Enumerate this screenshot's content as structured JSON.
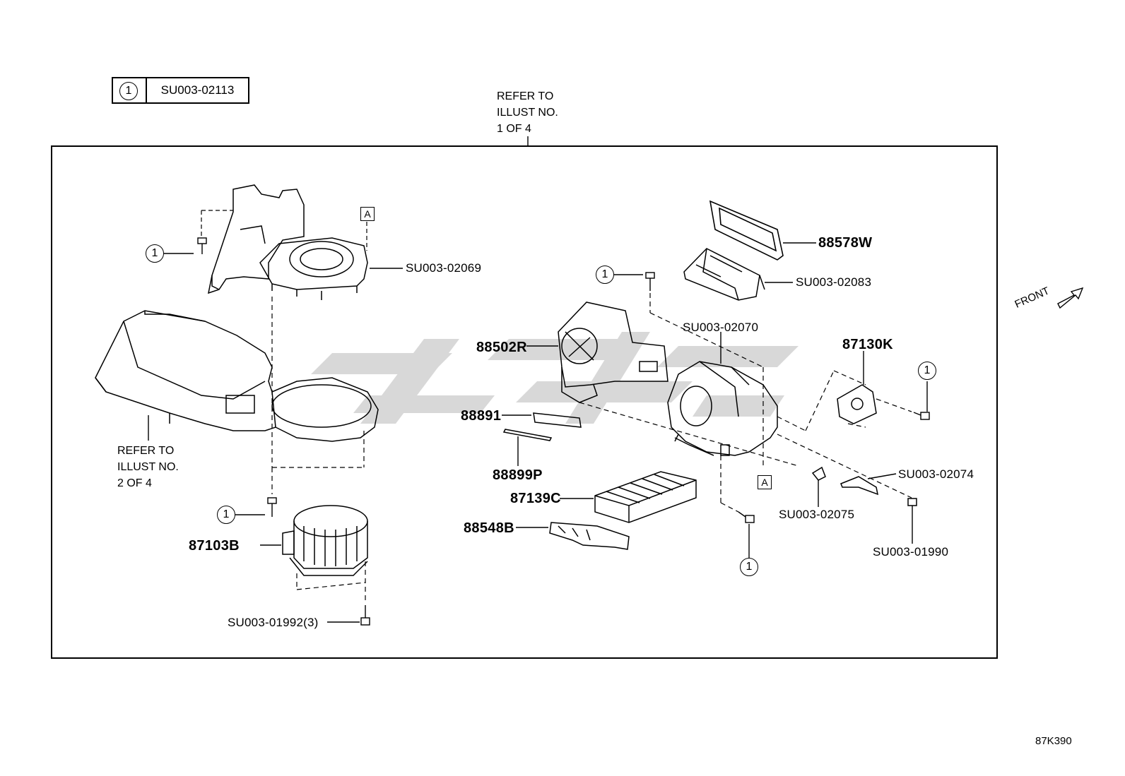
{
  "legend": {
    "number": "1",
    "code": "SU003-02113"
  },
  "notes": {
    "refer_top": "REFER TO\nILLUST NO.\n1 OF 4",
    "refer_left": "REFER TO\nILLUST NO.\n2 OF 4"
  },
  "callout_number": "1",
  "section_marker": "A",
  "front_label": "FRONT",
  "diagram_id": "87K390",
  "parts": {
    "p88578W": "88578W",
    "p02083": "SU003-02083",
    "p02069": "SU003-02069",
    "p02070": "SU003-02070",
    "p87130K": "87130K",
    "p88502R": "88502R",
    "p88891": "88891",
    "p88899P": "88899P",
    "p87139C": "87139C",
    "p88548B": "88548B",
    "p87103B": "87103B",
    "p01992": "SU003-01992(3)",
    "p02074": "SU003-02074",
    "p02075": "SU003-02075",
    "p01990": "SU003-01990"
  }
}
